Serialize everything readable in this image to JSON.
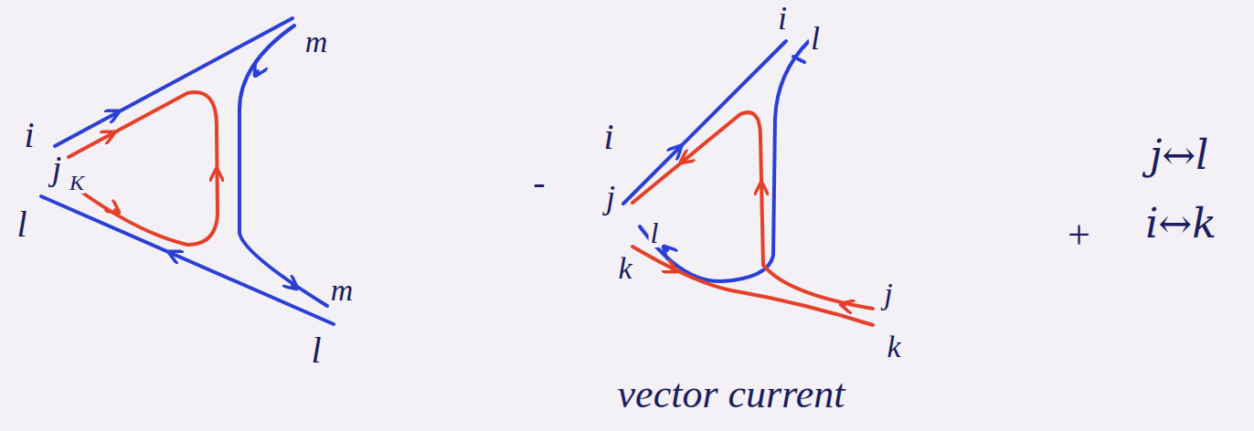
{
  "diagram": {
    "labels": [
      "i",
      "j",
      "K",
      "l",
      "m",
      "m",
      "l",
      "-",
      "i",
      "l",
      "i",
      "j",
      "l",
      "k",
      "j",
      "k",
      "vector current",
      "+",
      "j↔l",
      "i↔k"
    ]
  }
}
